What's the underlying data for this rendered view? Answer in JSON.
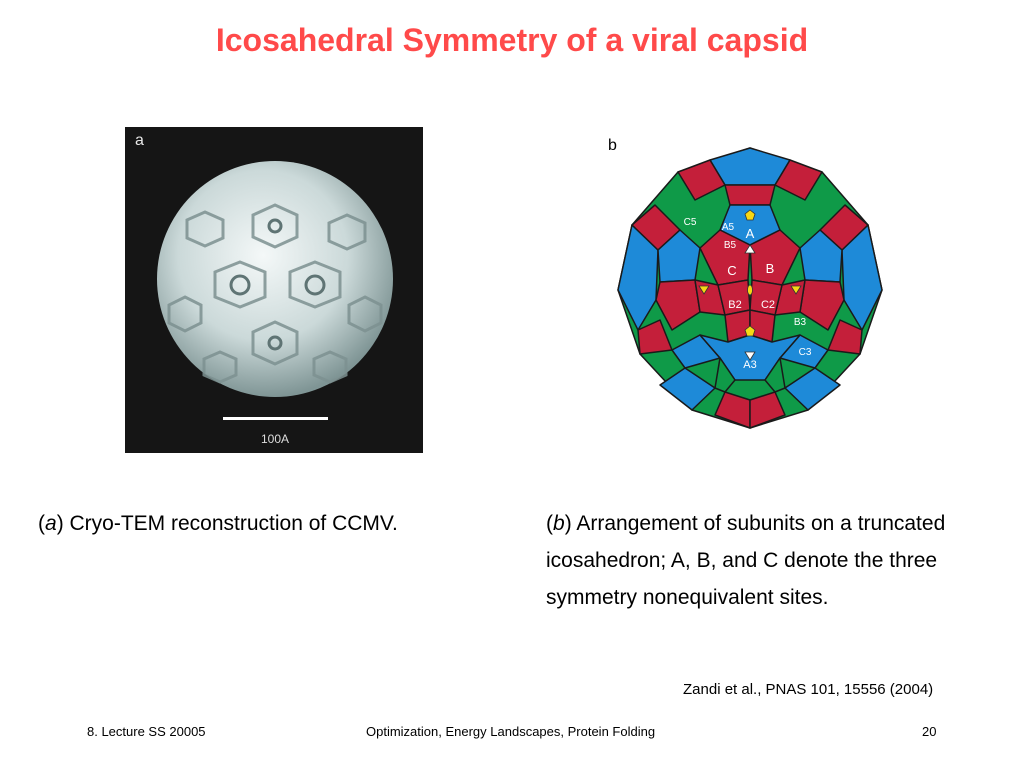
{
  "slide": {
    "title": "Icosahedral Symmetry of a viral capsid"
  },
  "figure_a": {
    "panel_label": "a",
    "scale_bar_label": "100A"
  },
  "figure_b": {
    "panel_label": "b",
    "site_labels": [
      "A",
      "B",
      "C",
      "A5",
      "B5",
      "C5",
      "B2",
      "C2",
      "B3",
      "A3",
      "C3"
    ]
  },
  "captions": {
    "a_letter": "a",
    "a_text": "Cryo-TEM reconstruction of CCMV.",
    "b_letter": "b",
    "b_text": "Arrangement of subunits on a truncated icosahedron; A, B, and C denote the three symmetry nonequivalent sites."
  },
  "reference": "Zandi et al., PNAS 101, 15556 (2004)",
  "footer": {
    "left": "8. Lecture SS 20005",
    "center": "Optimization, Energy Landscapes, Protein Folding",
    "page": "20"
  },
  "colors": {
    "title": "#ff4a4a",
    "red": "#c41f3a",
    "green": "#0f9a48",
    "blue": "#1e8ad8",
    "yellow": "#f6d814"
  }
}
